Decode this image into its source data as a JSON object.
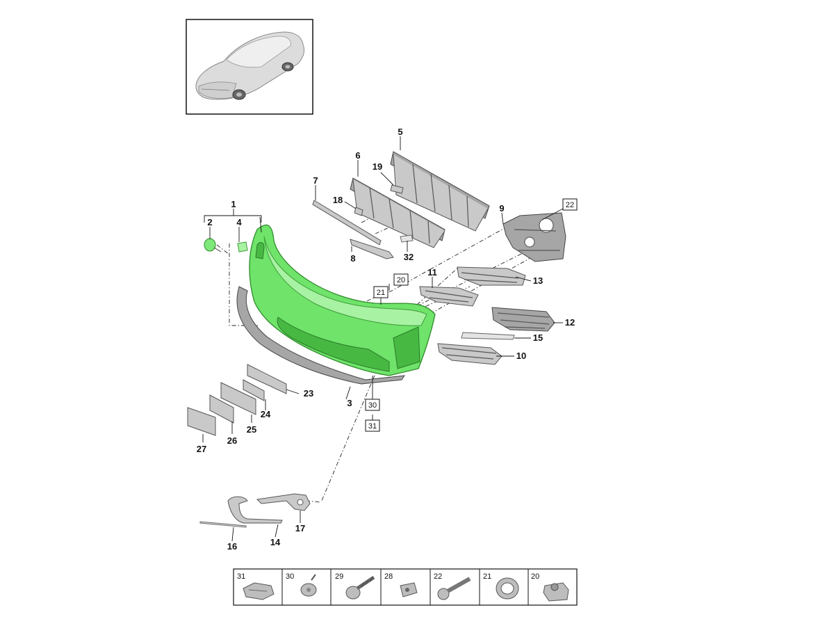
{
  "callouts": [
    {
      "id": "1",
      "text": "1"
    },
    {
      "id": "2",
      "text": "2"
    },
    {
      "id": "3",
      "text": "3"
    },
    {
      "id": "4",
      "text": "4"
    },
    {
      "id": "5",
      "text": "5"
    },
    {
      "id": "6",
      "text": "6"
    },
    {
      "id": "7",
      "text": "7"
    },
    {
      "id": "8",
      "text": "8"
    },
    {
      "id": "9",
      "text": "9"
    },
    {
      "id": "10",
      "text": "10"
    },
    {
      "id": "11",
      "text": "11"
    },
    {
      "id": "12",
      "text": "12"
    },
    {
      "id": "13",
      "text": "13"
    },
    {
      "id": "14",
      "text": "14"
    },
    {
      "id": "15",
      "text": "15"
    },
    {
      "id": "16",
      "text": "16"
    },
    {
      "id": "17",
      "text": "17"
    },
    {
      "id": "18",
      "text": "18"
    },
    {
      "id": "19",
      "text": "19"
    },
    {
      "id": "23",
      "text": "23"
    },
    {
      "id": "24",
      "text": "24"
    },
    {
      "id": "25",
      "text": "25"
    },
    {
      "id": "26",
      "text": "26"
    },
    {
      "id": "27",
      "text": "27"
    },
    {
      "id": "32",
      "text": "32"
    }
  ],
  "boxed_callouts": [
    {
      "id": "20",
      "text": "20"
    },
    {
      "id": "21",
      "text": "21"
    },
    {
      "id": "22",
      "text": "22"
    },
    {
      "id": "30",
      "text": "30"
    },
    {
      "id": "31",
      "text": "31"
    }
  ],
  "hardware_legend": [
    {
      "number": "31",
      "icon": "spring-clip-icon"
    },
    {
      "number": "30",
      "icon": "push-rivet-icon"
    },
    {
      "number": "29",
      "icon": "screw-icon"
    },
    {
      "number": "28",
      "icon": "expanding-nut-icon"
    },
    {
      "number": "22",
      "icon": "bolt-icon"
    },
    {
      "number": "21",
      "icon": "grommet-icon"
    },
    {
      "number": "20",
      "icon": "sensor-holder-icon"
    }
  ],
  "colors": {
    "highlight": "#6fe36a",
    "part": "#c9c9c9",
    "line": "#111111"
  }
}
